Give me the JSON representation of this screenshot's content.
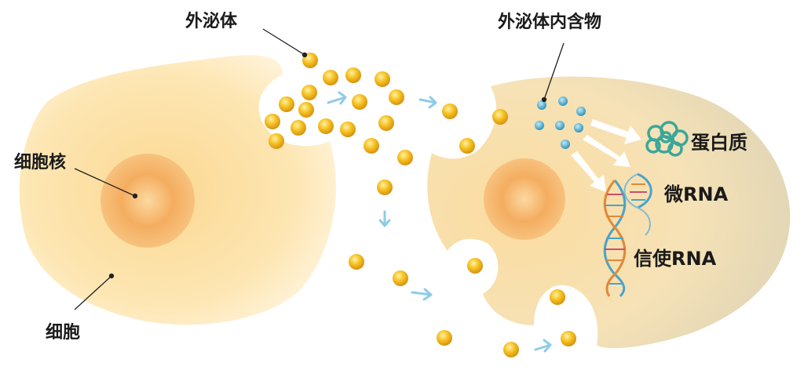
{
  "labels": {
    "exosome": "外泌体",
    "exosome_contents": "外泌体内含物",
    "nucleus": "细胞核",
    "cell": "细胞",
    "protein": "蛋白质",
    "microrna": "微RNA",
    "mrna": "信使RNA"
  },
  "colors": {
    "cell_fill": "#fde7b5",
    "cell_edge": "#fff3d6",
    "nucleus": "#f0a048",
    "exosome": "#f2b51c",
    "arrow": "#8fcbe8",
    "cargo": "#47a9d0",
    "protein": "#3aa79a",
    "dna_a": "#4aa3c9",
    "dna_b": "#e0893a"
  }
}
